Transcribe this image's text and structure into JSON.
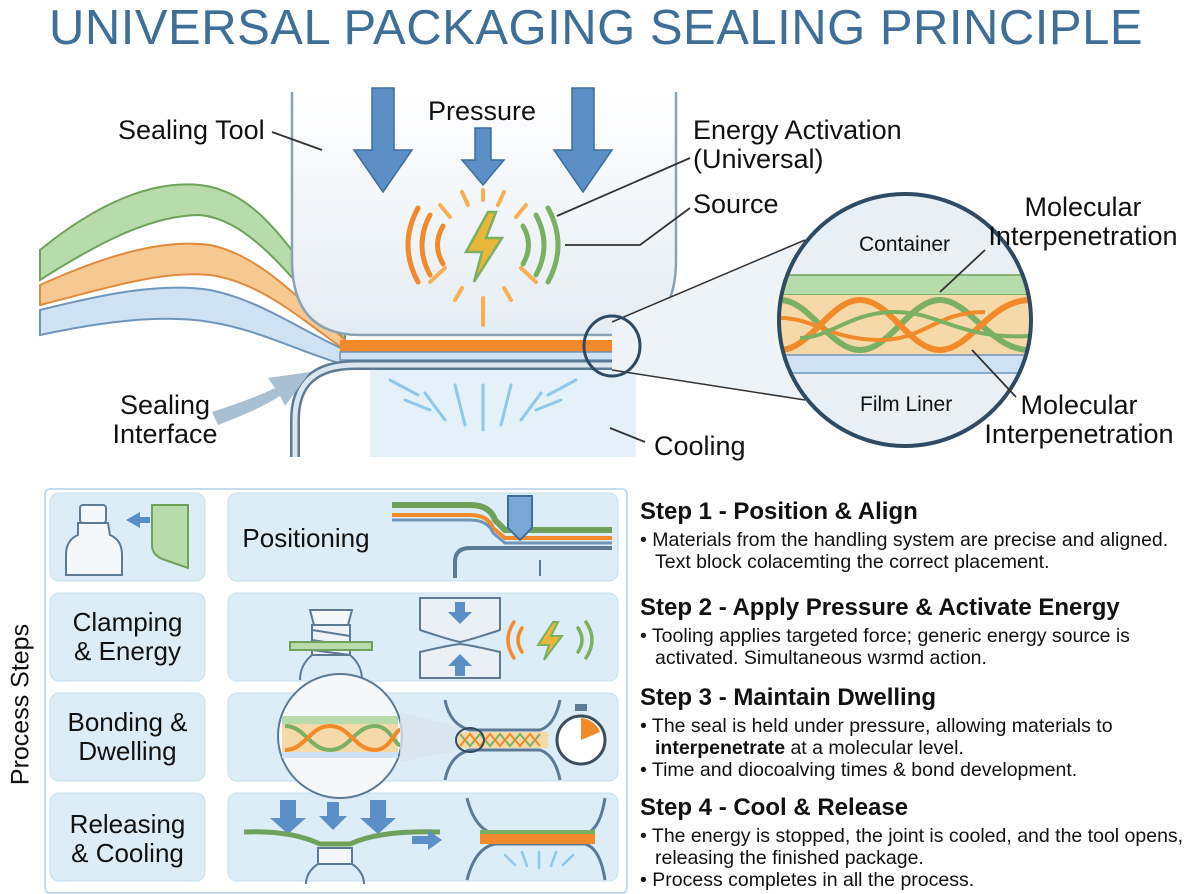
{
  "title": "UNIVERSAL PACKAGING SEALING PRINCIPLE",
  "main_diagram": {
    "sealing_tool": "Sealing Tool",
    "pressure": "Pressure",
    "energy_activation_line1": "Energy Activation",
    "energy_activation_line2": "(Universal)",
    "source": "Source",
    "sealing_interface_line1": "Sealing",
    "sealing_interface_line2": "Interface",
    "cooling": "Cooling"
  },
  "zoom": {
    "container": "Container",
    "film_liner": "Film Liner",
    "molecular_top_line1": "Molecular",
    "molecular_top_line2": "Interpenetration",
    "molecular_bottom_line1": "Molecular",
    "molecular_bottom_line2": "Interpenetration"
  },
  "process_steps_label": "Process Steps",
  "rows": [
    {
      "title_line1": "Positioning",
      "title_line2": ""
    },
    {
      "title_line1": "Clamping",
      "title_line2": "& Energy"
    },
    {
      "title_line1": "Bonding &",
      "title_line2": "Dwelling"
    },
    {
      "title_line1": "Releasing",
      "title_line2": "& Cooling"
    }
  ],
  "steps": [
    {
      "heading": "Step 1 - Position & Align",
      "bullets": [
        "Materials from the handling system are precise and aligned. Text block colacemting the correct placement."
      ]
    },
    {
      "heading": "Step 2 - Apply Pressure & Activate Energy",
      "bullets": [
        "Tooling applies targeted force; generic energy source is activated. Simultaneous wзrmd action."
      ]
    },
    {
      "heading": "Step 3 - Maintain Dwelling",
      "bullet1_pre": "The seal is held under pressure, allowing materials to ",
      "bullet1_bold": "interpenetrate",
      "bullet1_post": " at a molecular level.",
      "bullet2": "Time and diocoalving times & bond development."
    },
    {
      "heading": "Step 4 - Cool & Release",
      "bullets": [
        "The energy is stopped, the joint is cooled, and the tool opens, releasing the finished package.",
        "Process completes in all the process."
      ]
    }
  ],
  "colors": {
    "title": "#3f6f96",
    "orange": "#f08a2a",
    "green": "#7bb062",
    "blue_arrow": "#5b8fc6",
    "panel": "#dcedf7"
  }
}
